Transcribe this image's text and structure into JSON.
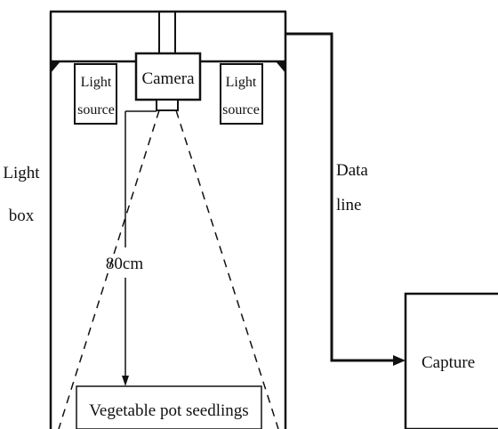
{
  "labels": {
    "camera": "Camera",
    "light_source_left": [
      "Light",
      "source"
    ],
    "light_source_right": [
      "Light",
      "source"
    ],
    "light_box": [
      "Light",
      "box"
    ],
    "distance": "80cm",
    "data_line": [
      "Data",
      "line"
    ],
    "capture": "Capture",
    "subject": "Vegetable pot seedlings"
  },
  "colors": {
    "stroke": "#111111",
    "background": "#ffffff"
  }
}
